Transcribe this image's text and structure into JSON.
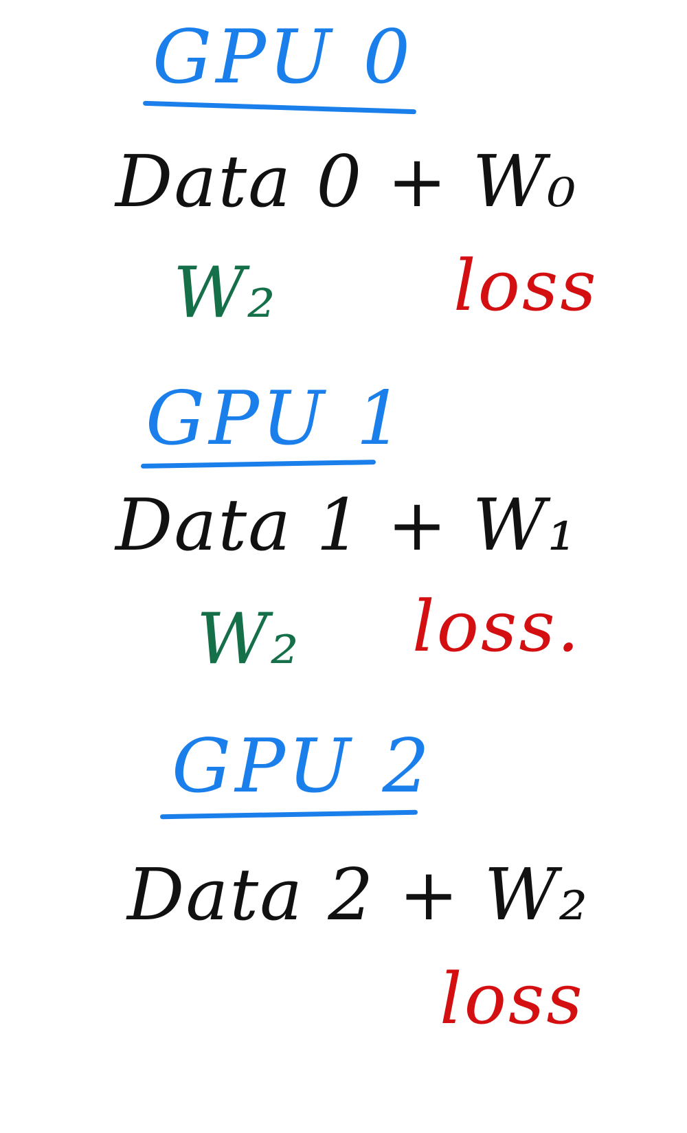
{
  "colors": {
    "heading": "#1a7fea",
    "body": "#111111",
    "weight": "#15704a",
    "loss": "#d40f12"
  },
  "sections": [
    {
      "heading": "GPU 0",
      "line": "Data 0 + W₀",
      "weight": "W₂",
      "loss": "loss"
    },
    {
      "heading": "GPU 1",
      "line": "Data 1 + W₁",
      "weight": "W₂",
      "loss": "loss."
    },
    {
      "heading": "GPU 2",
      "line": "Data 2 + W₂",
      "loss": "loss"
    }
  ]
}
